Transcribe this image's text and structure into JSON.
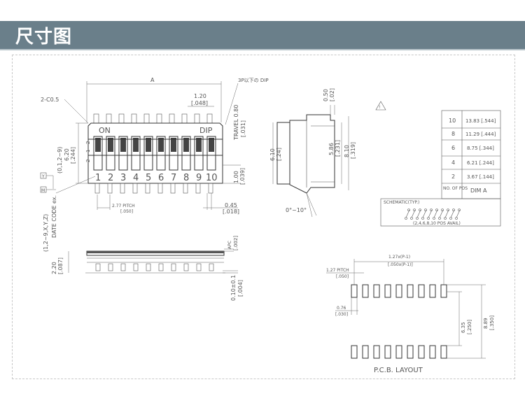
{
  "header": {
    "title": "尺寸图"
  },
  "front_view": {
    "chamfer": "2-C0.5",
    "dim_a": "A",
    "pitch_top_mm": "1.20",
    "pitch_top_in": "[.048]",
    "type_label": "3P以下の DIP",
    "travel": "TRAVEL 0.80",
    "travel_in": "[.031]",
    "on_label": "ON",
    "dip_label": "DIP",
    "height_mm": "6.20",
    "height_in": "[.244]",
    "side_marks": [
      "2",
      "1",
      "2"
    ],
    "numbers": [
      "1",
      "2",
      "3",
      "4",
      "5",
      "6",
      "7",
      "8",
      "9",
      "10"
    ],
    "offset_mm": "1.00",
    "offset_in": "[.039]",
    "pitch_label": "2.77 PITCH",
    "pitch_in": "[.050]",
    "lead_mm": "0.45",
    "lead_in": "[.018]",
    "legend_y": "Y",
    "legend_m": "M",
    "legend_range": "(0,1,2~9)",
    "date_code": "DATE CODE ex.",
    "ref_range": "(1,2~9,X,Y,Z)"
  },
  "side_view": {
    "top_mm": "0.50",
    "top_in": "[.02]",
    "w_mm": "6.10",
    "w_in": "[.24]",
    "inner_mm": "5.86",
    "inner_in": "[.231]",
    "outer_mm": "8.10",
    "outer_in": "[.319]",
    "angle": "0°~10°"
  },
  "bottom_view": {
    "h_mm": "2.20",
    "h_in": "[.087]",
    "apc_label": "APC",
    "apc_in": "[.002]",
    "lead_mm": "0.10±0.1",
    "lead_in": "[.004]"
  },
  "dim_table": {
    "warning_icon": "warning-triangle-icon",
    "rows": [
      {
        "pos": "10",
        "dim": "13.83 [.544]"
      },
      {
        "pos": "8",
        "dim": "11.29 [.444]"
      },
      {
        "pos": "6",
        "dim": "8.75 [.344]"
      },
      {
        "pos": "4",
        "dim": "6.21 [.244]"
      },
      {
        "pos": "2",
        "dim": "3.67 [.144]"
      }
    ],
    "head_pos": "NO. OF POS",
    "head_dim": "DIM A",
    "schematic_label": "SCHEMATIC(TYP.)",
    "schematic_note": "(2,4,6,8,10 POS AVAIL)"
  },
  "pcb": {
    "span_mm": "1.27x(P-1)",
    "span_in": "[.050x(P-1)]",
    "pitch_mm": "1.27 PITCH",
    "pitch_in": "[.050]",
    "pad_mm": "0.76",
    "pad_in": "[.030]",
    "inner_mm": "6.35",
    "inner_in": "[.250]",
    "outer_mm": "8.89",
    "outer_in": "[.350]",
    "title": "P.C.B. LAYOUT"
  }
}
